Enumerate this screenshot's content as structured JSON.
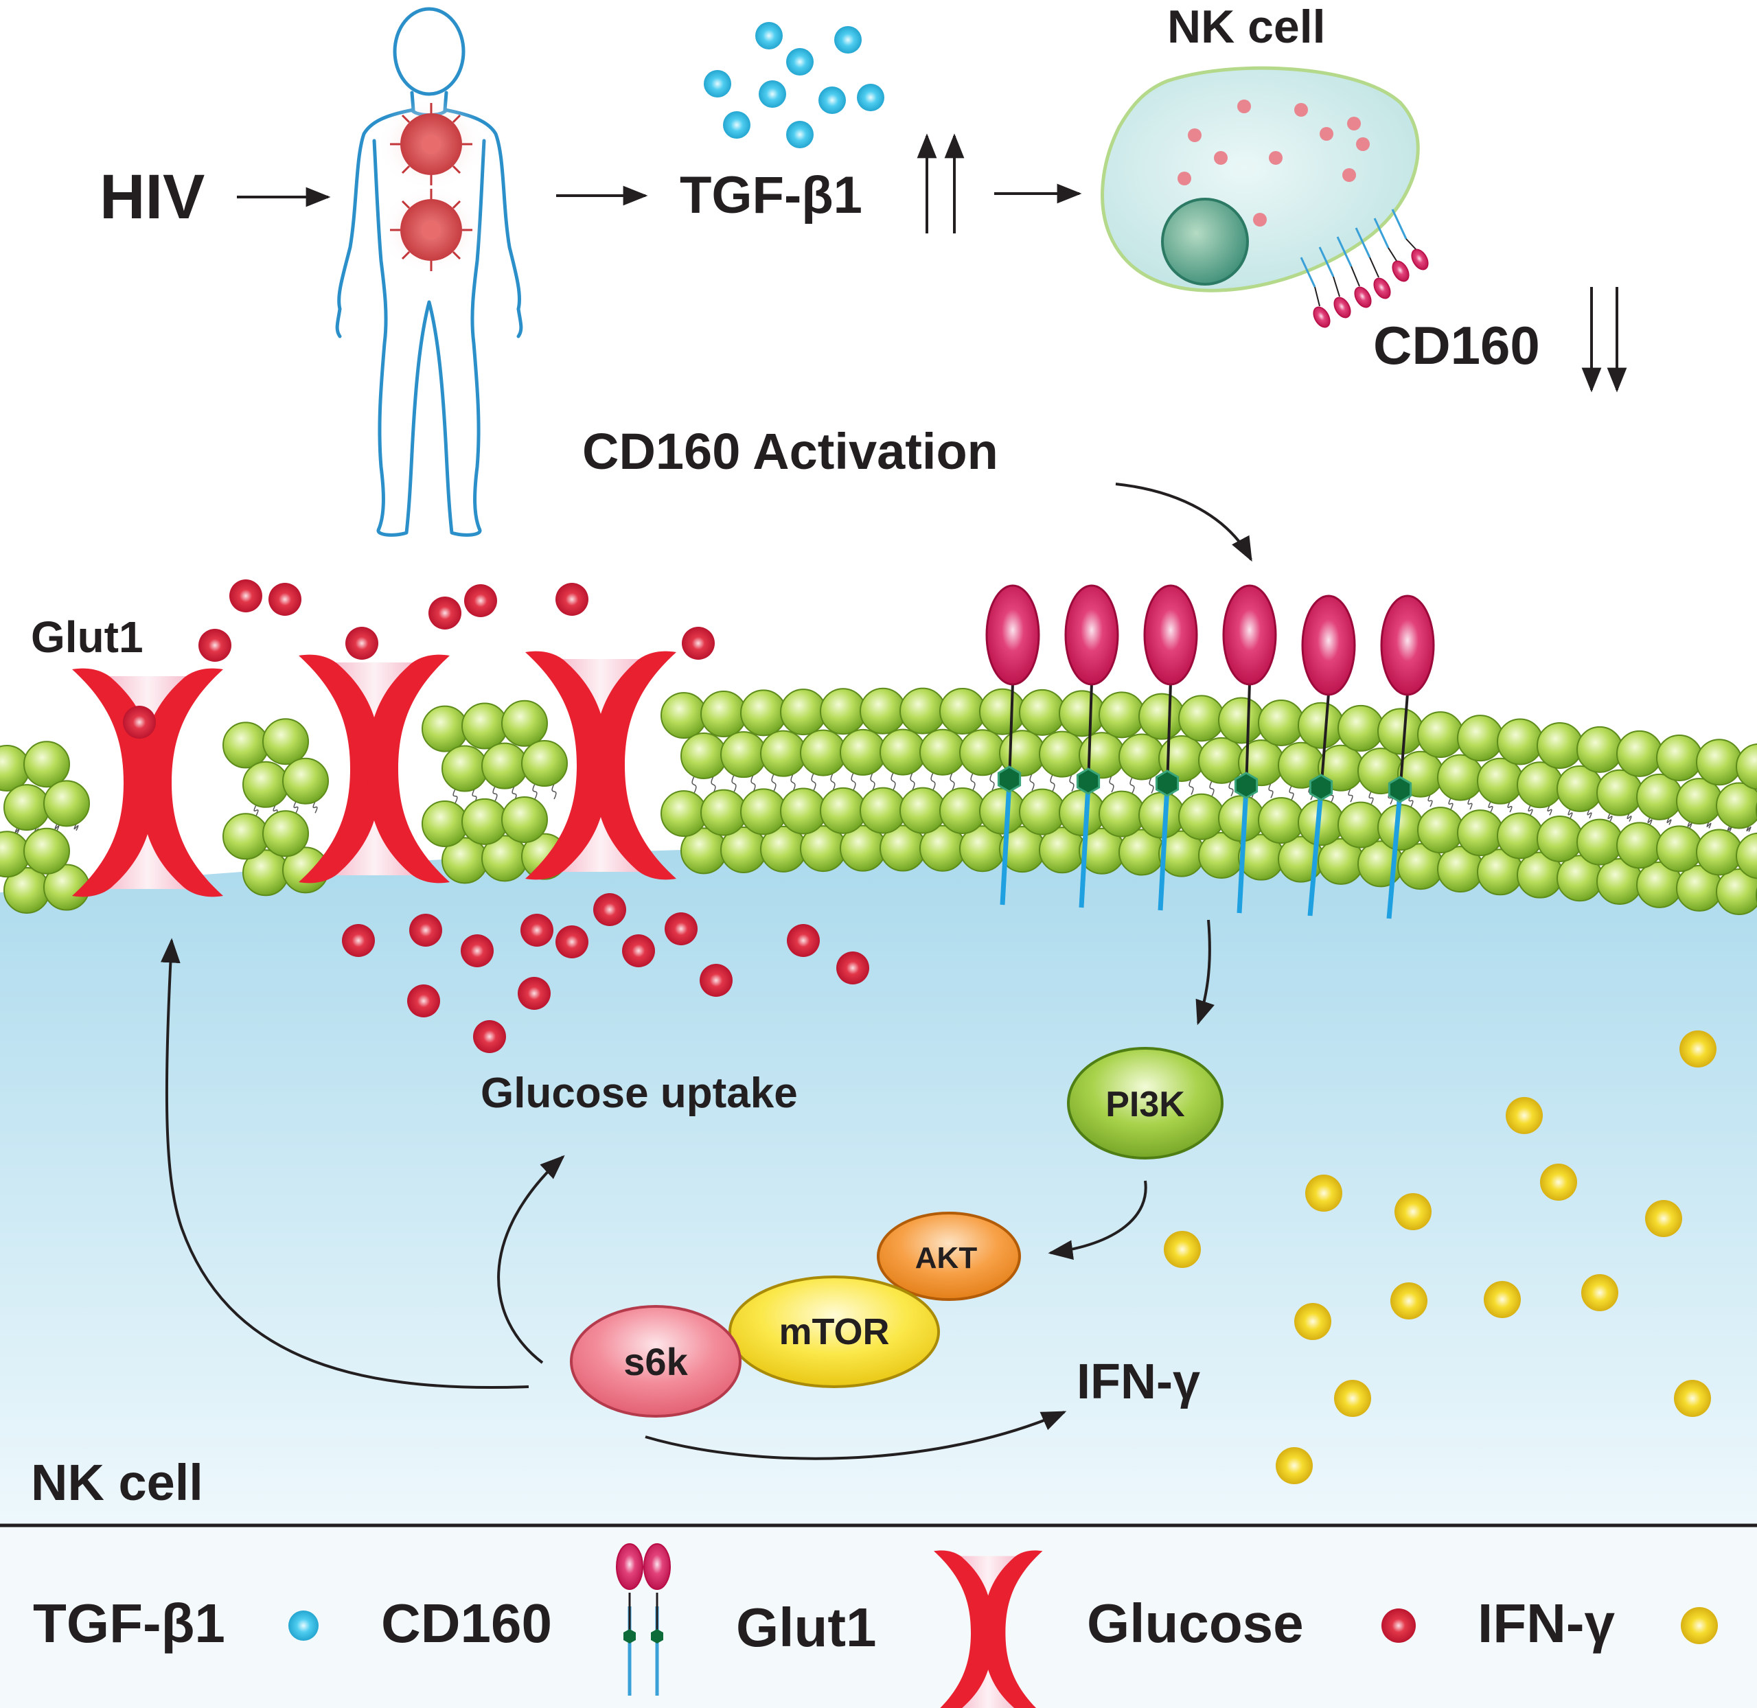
{
  "top": {
    "hiv_label": "HIV",
    "tgf_label": "TGF-β1",
    "nk_cell_title": "NK cell",
    "cd160_label": "CD160"
  },
  "membrane": {
    "activation_label": "CD160 Activation",
    "glut1_label": "Glut1",
    "glucose_uptake_label": "Glucose uptake"
  },
  "pathway": {
    "pi3k": "PI3K",
    "akt": "AKT",
    "mtor": "mTOR",
    "s6k": "s6k",
    "ifn_label": "IFN-γ",
    "nk_cell_label": "NK cell"
  },
  "legend": {
    "tgf": "TGF-β1",
    "cd160": "CD160",
    "glut1": "Glut1",
    "glucose": "Glucose",
    "ifn": "IFN-γ"
  },
  "colors": {
    "tgf_particle": "#3ec6ea",
    "glucose_particle": "#d1182f",
    "ifn_particle": "#f3d21b",
    "lipid_head": "#9cc93b",
    "cd160_head": "#d4145a",
    "glut1_wall": "#e8202f",
    "cytoplasm": "#cde9f4",
    "pi3k": "#8dc63f",
    "akt": "#f7941d",
    "mtor": "#f9e21a",
    "s6k": "#f07c8a"
  }
}
